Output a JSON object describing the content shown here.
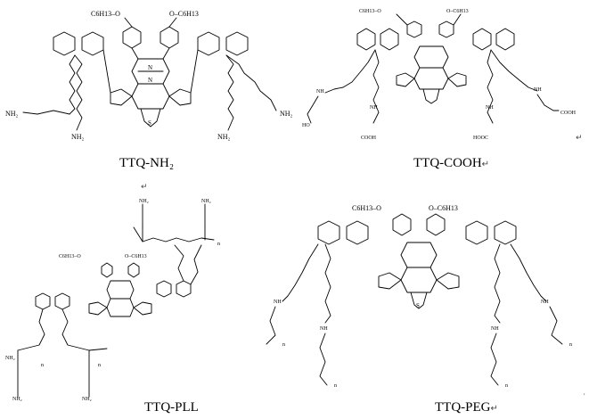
{
  "structures": {
    "nh2": {
      "caption": "TTQ-NH₂",
      "mark": "",
      "substituent_left": "C6H13–O",
      "substituent_right": "O–C6H13",
      "end_group": "NH₂"
    },
    "cooh": {
      "caption": "TTQ-COOH",
      "mark": "↵",
      "substituent_left": "C6H13–O",
      "substituent_right": "O–C6H13",
      "end_group": "COOH",
      "linker": "NH",
      "acid_label": "HOOC",
      "oh": "HO"
    },
    "pll": {
      "caption": "TTQ-PLL",
      "mark": "↵",
      "top_mark": "↵",
      "substituent_left": "C6H13–O",
      "substituent_right": "O–C6H13",
      "end_group": "NH₂",
      "repeat": "n"
    },
    "peg": {
      "caption": "TTQ-PEG",
      "mark": "↵",
      "substituent_left": "C6H13–O",
      "substituent_right": "O–C6H13",
      "linker": "NH",
      "repeat": "n",
      "stray": ","
    }
  },
  "atoms": {
    "N": "N",
    "S": "S",
    "O": "O"
  }
}
